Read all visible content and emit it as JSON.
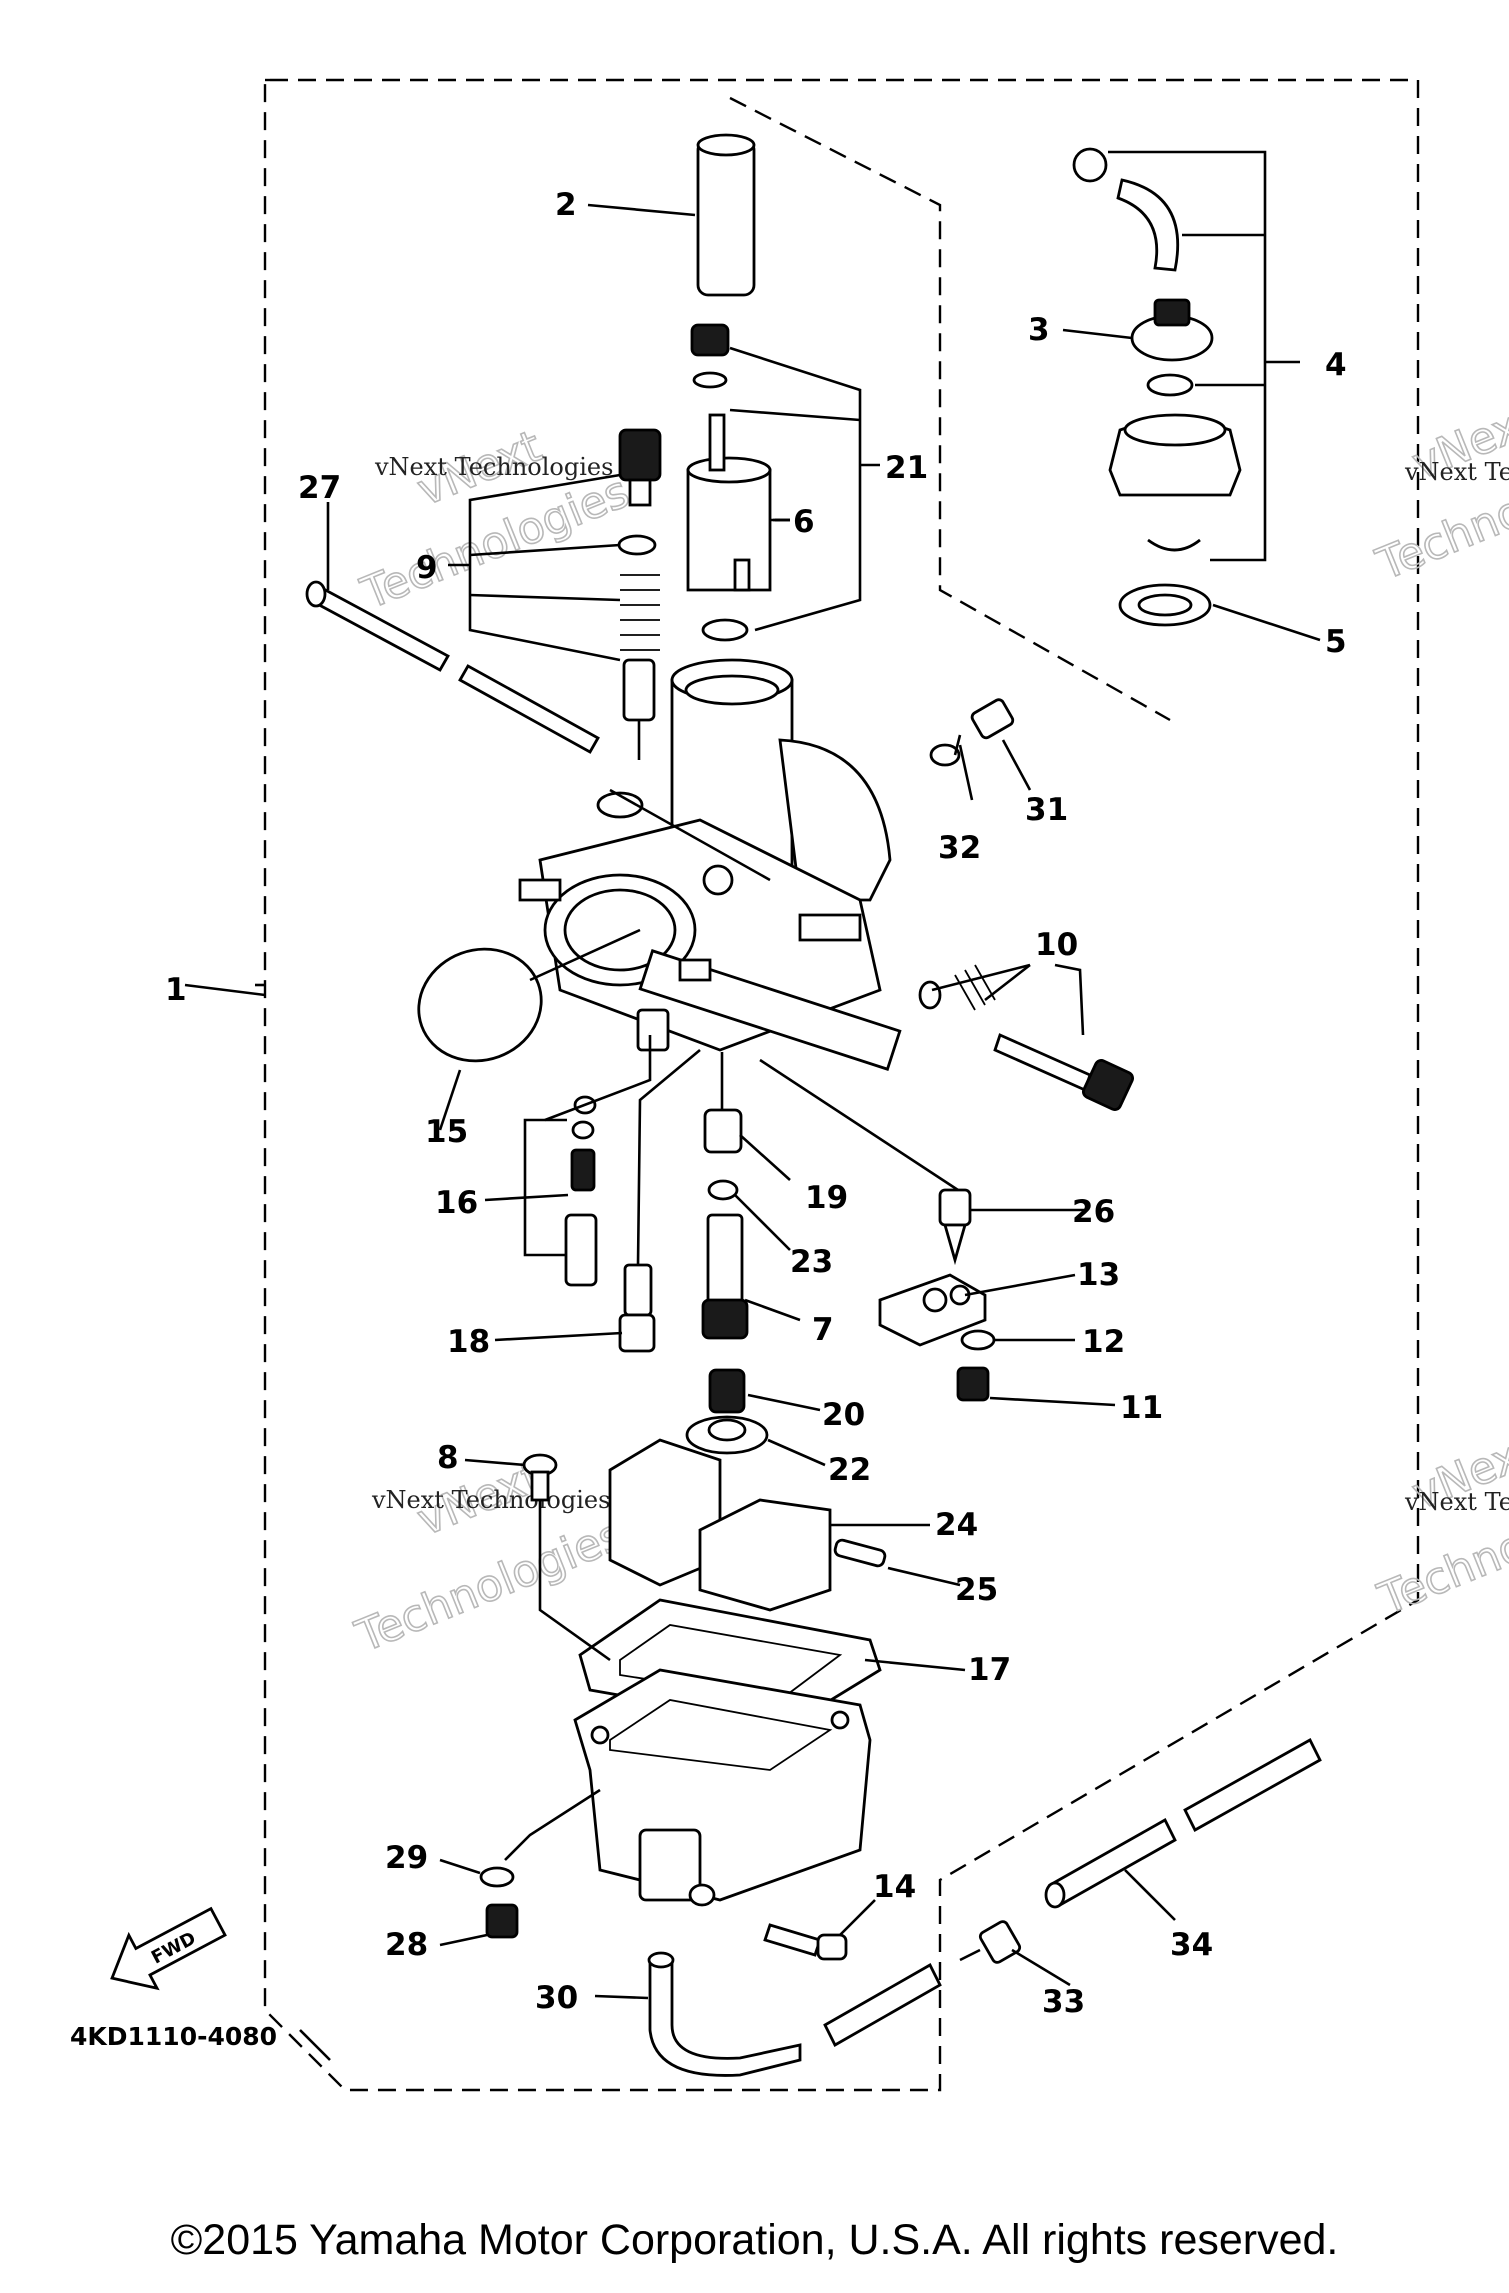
{
  "diagram": {
    "callouts": [
      {
        "id": "1",
        "label": "1"
      },
      {
        "id": "2",
        "label": "2"
      },
      {
        "id": "3",
        "label": "3"
      },
      {
        "id": "4",
        "label": "4"
      },
      {
        "id": "5",
        "label": "5"
      },
      {
        "id": "6",
        "label": "6"
      },
      {
        "id": "7",
        "label": "7"
      },
      {
        "id": "8",
        "label": "8"
      },
      {
        "id": "9",
        "label": "9"
      },
      {
        "id": "10",
        "label": "10"
      },
      {
        "id": "11",
        "label": "11"
      },
      {
        "id": "12",
        "label": "12"
      },
      {
        "id": "13",
        "label": "13"
      },
      {
        "id": "14",
        "label": "14"
      },
      {
        "id": "15",
        "label": "15"
      },
      {
        "id": "16",
        "label": "16"
      },
      {
        "id": "17",
        "label": "17"
      },
      {
        "id": "18",
        "label": "18"
      },
      {
        "id": "19",
        "label": "19"
      },
      {
        "id": "20",
        "label": "20"
      },
      {
        "id": "21",
        "label": "21"
      },
      {
        "id": "22",
        "label": "22"
      },
      {
        "id": "23",
        "label": "23"
      },
      {
        "id": "24",
        "label": "24"
      },
      {
        "id": "25",
        "label": "25"
      },
      {
        "id": "26",
        "label": "26"
      },
      {
        "id": "27",
        "label": "27"
      },
      {
        "id": "28",
        "label": "28"
      },
      {
        "id": "29",
        "label": "29"
      },
      {
        "id": "30",
        "label": "30"
      },
      {
        "id": "31",
        "label": "31"
      },
      {
        "id": "32",
        "label": "32"
      },
      {
        "id": "33",
        "label": "33"
      },
      {
        "id": "34",
        "label": "34"
      }
    ],
    "fwd_label": "FWD",
    "diagram_code": "4KD1110-4080",
    "watermarks": {
      "line1": "vNext Technologies",
      "line2": "vNext",
      "line3": "Technologies"
    }
  },
  "footer": {
    "copyright": "©2015 Yamaha Motor Corporation, U.S.A. All rights reserved."
  }
}
